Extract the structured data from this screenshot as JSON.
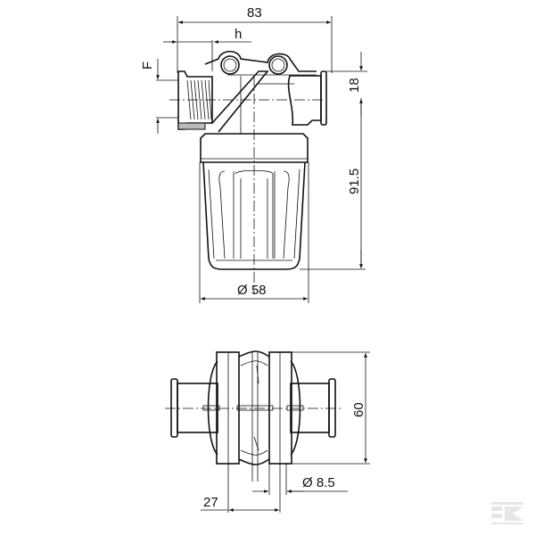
{
  "drawing": {
    "title": "Line filter technical drawing",
    "top_view": {
      "dimensions": {
        "overall_width": "83",
        "offset_h": "h",
        "thread_F": "F",
        "inlet_height": "18",
        "total_height": "91.5",
        "bowl_diameter": "Ø 58"
      }
    },
    "bottom_view": {
      "dimensions": {
        "height": "60",
        "mount_hole": "Ø 8.5",
        "hole_spacing": "27"
      }
    }
  },
  "watermark": {
    "icon": "k-logo-icon"
  }
}
